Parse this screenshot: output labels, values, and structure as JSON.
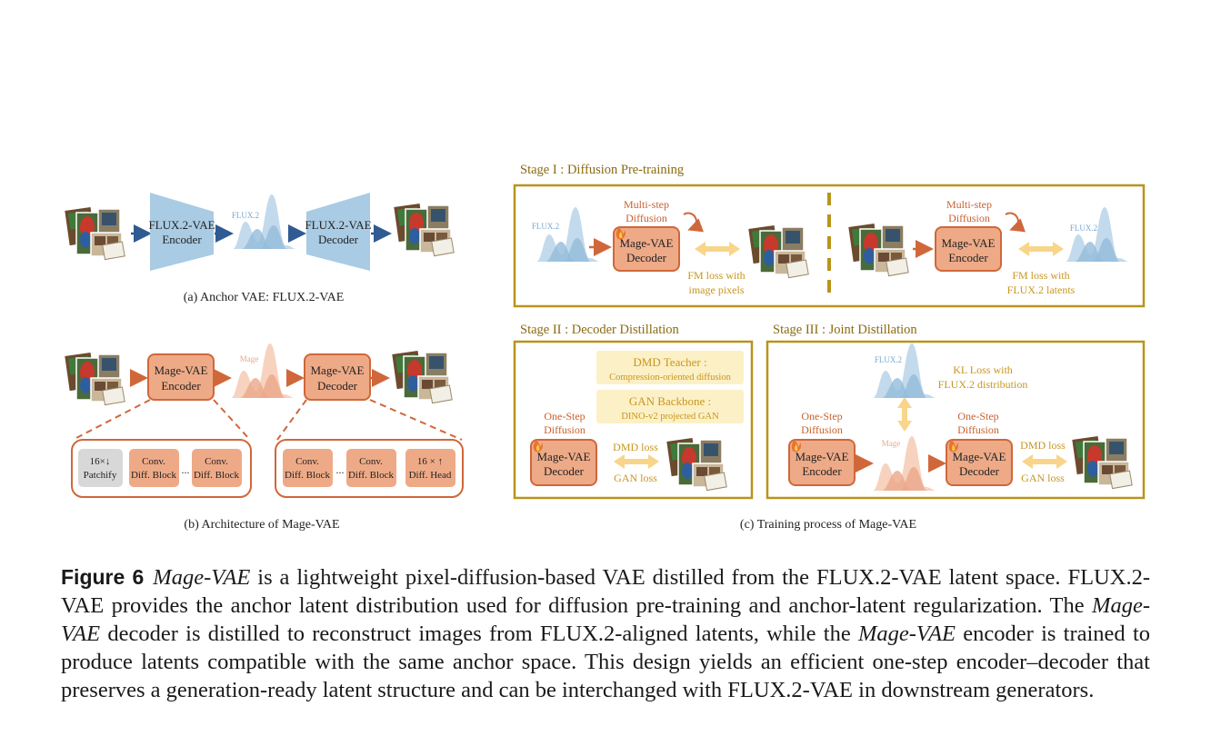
{
  "panel_a": {
    "encoder": [
      "FLUX.2-VAE",
      "Encoder"
    ],
    "latent": "FLUX.2",
    "decoder": [
      "FLUX.2-VAE",
      "Decoder"
    ],
    "caption": "(a) Anchor VAE: FLUX.2-VAE"
  },
  "panel_b": {
    "encoder": [
      "Mage-VAE",
      "Encoder"
    ],
    "latent": "Mage",
    "decoder": [
      "Mage-VAE",
      "Decoder"
    ],
    "enc_blocks": [
      [
        "16×↓",
        "Patchify"
      ],
      [
        "Conv.",
        "Diff. Block"
      ],
      [
        "Conv.",
        "Diff. Block"
      ]
    ],
    "dec_blocks": [
      [
        "Conv.",
        "Diff. Block"
      ],
      [
        "Conv.",
        "Diff. Block"
      ],
      [
        "16 × ↑",
        "Diff. Head"
      ]
    ],
    "ellipsis": "...",
    "caption": "(b) Architecture of Mage-VAE"
  },
  "stage1": {
    "title": "Stage I : Diffusion Pre-training",
    "left": {
      "latent": "FLUX.2",
      "multistep": [
        "Multi-step",
        "Diffusion"
      ],
      "box": [
        "Mage-VAE",
        "Decoder"
      ],
      "loss": [
        "FM loss with",
        "image pixels"
      ]
    },
    "right": {
      "latent": "FLUX.2",
      "multistep": [
        "Multi-step",
        "Diffusion"
      ],
      "box": [
        "Mage-VAE",
        "Encoder"
      ],
      "loss": [
        "FM loss with",
        "FLUX.2 latents"
      ]
    }
  },
  "stage2": {
    "title": "Stage II : Decoder Distillation",
    "teacher": [
      "DMD Teacher :",
      "Compression-oriented diffusion"
    ],
    "backbone": [
      "GAN Backbone :",
      "DINO-v2 projected GAN"
    ],
    "onestep": [
      "One-Step",
      "Diffusion"
    ],
    "box": [
      "Mage-VAE",
      "Decoder"
    ],
    "losses": [
      "DMD loss",
      "GAN loss"
    ]
  },
  "stage3": {
    "title": "Stage III : Joint Distillation",
    "flux_latent": "FLUX.2",
    "kl": [
      "KL Loss with",
      "FLUX.2 distribution"
    ],
    "onestep_enc": [
      "One-Step",
      "Diffusion"
    ],
    "enc_box": [
      "Mage-VAE",
      "Encoder"
    ],
    "mage_latent": "Mage",
    "onestep_dec": [
      "One-Step",
      "Diffusion"
    ],
    "dec_box": [
      "Mage-VAE",
      "Decoder"
    ],
    "losses": [
      "DMD loss",
      "GAN loss"
    ]
  },
  "panel_c_caption": "(c) Training process of Mage-VAE",
  "caption": {
    "label": "Figure 6",
    "p1": "Mage-VAE",
    "p2": " is a lightweight pixel-diffusion-based VAE distilled from the FLUX.2-VAE latent space. FLUX.2-VAE provides the anchor latent distribution used for diffusion pre-training and anchor-latent regularization. The ",
    "p3": "Mage-VAE",
    "p4": " decoder is distilled to reconstruct images from FLUX.2-aligned latents, while the ",
    "p5": "Mage-VAE",
    "p6": " encoder is trained to produce latents compatible with the same anchor space. This design yields an efficient one-step encoder–decoder that preserves a generation-ready latent structure and can be interchanged with FLUX.2-VAE in downstream generators."
  },
  "colors": {
    "flux": "#a9cbe3",
    "mage_box": "#eeaa87",
    "mage_border": "#d0673a",
    "gold": "#b8941c",
    "arrow_y": "#f8d58a",
    "arrow_blue": "#2f5a92",
    "grey_block": "#d8d8d8"
  }
}
